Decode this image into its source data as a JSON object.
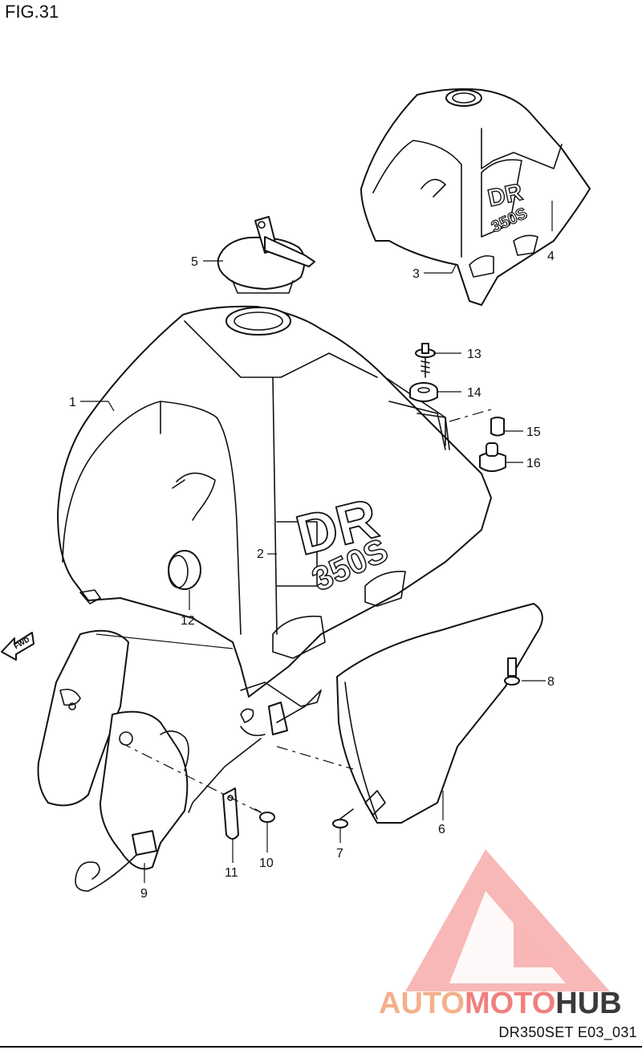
{
  "figure_label": "FIG.31",
  "diagram_code": "DR350SET E03_031",
  "fwd_label": "FWD",
  "decal_text_main": "DR",
  "decal_text_model": "350S",
  "callouts": [
    "1",
    "2",
    "3",
    "4",
    "5",
    "6",
    "7",
    "8",
    "9",
    "10",
    "11",
    "12",
    "13",
    "14",
    "15",
    "16"
  ],
  "watermark": {
    "brand_part1": "AUTO",
    "brand_part2": "MOTO",
    "brand_part3": "HUB",
    "color_primary": "#f08080",
    "color_secondary": "#f5b9a0",
    "color_dark": "#3a3a3a"
  }
}
